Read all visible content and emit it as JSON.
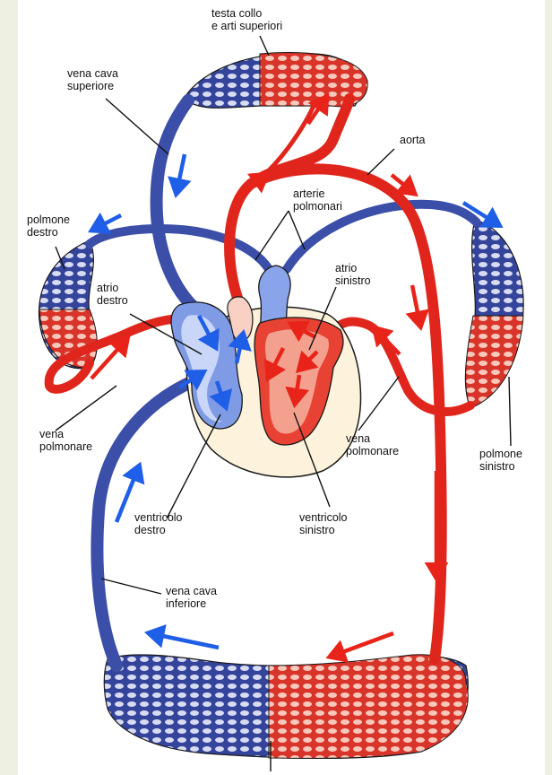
{
  "labels": {
    "head_top": "testa collo",
    "head_bottom": "e arti superiori",
    "svc_1": "vena cava",
    "svc_2": "superiore",
    "aorta": "aorta",
    "pulm_art_1": "arterie",
    "pulm_art_2": "polmonari",
    "lung_r_1": "polmone",
    "lung_r_2": "destro",
    "atrium_l_1": "atrio",
    "atrium_l_2": "sinistro",
    "atrium_r_1": "atrio",
    "atrium_r_2": "destro",
    "pulm_vein_l_1": "vena",
    "pulm_vein_l_2": "polmonare",
    "pulm_vein_r_1": "vena",
    "pulm_vein_r_2": "polmonare",
    "lung_l_1": "polmone",
    "lung_l_2": "sinistro",
    "vent_r_1": "ventricolo",
    "vent_r_2": "destro",
    "vent_l_1": "ventricolo",
    "vent_l_2": "sinistro",
    "ivc_1": "vena cava",
    "ivc_2": "inferiore"
  },
  "colors": {
    "venous": "#3b4fa8",
    "arterial": "#e0261c",
    "blue_arrow": "#1f5ee6",
    "red_arrow": "#e8241a",
    "heart_fill": "#fdf3dc"
  }
}
